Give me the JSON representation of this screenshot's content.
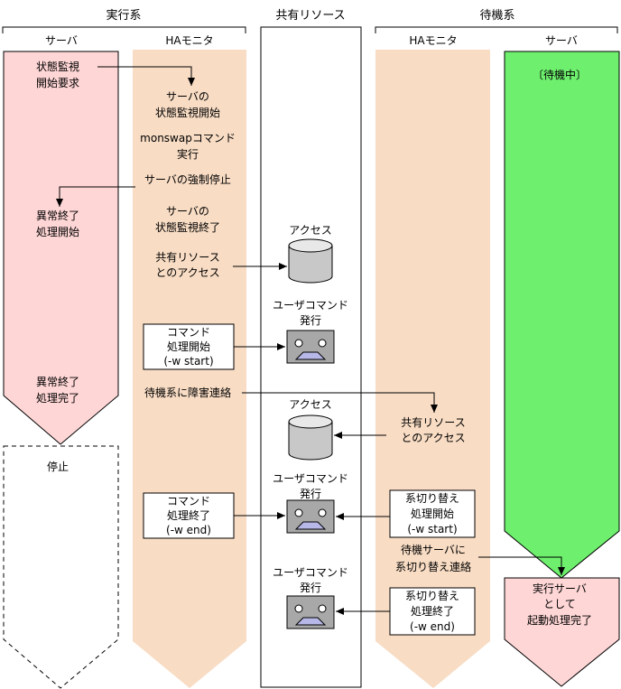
{
  "headers": {
    "active_system": "実行系",
    "shared_resource": "共有リソース",
    "standby_system": "待機系"
  },
  "columns": {
    "active_server": "サーバ",
    "active_ha_monitor": "HAモニタ",
    "standby_ha_monitor": "HAモニタ",
    "standby_server": "サーバ"
  },
  "active_server": {
    "monitor_request": [
      "状態監視",
      "開始要求"
    ],
    "abnormal_end_start": [
      "異常終了",
      "処理開始"
    ],
    "abnormal_end_complete": [
      "異常終了",
      "処理完了"
    ],
    "stopped": "停止"
  },
  "active_ha": {
    "monitor_start": [
      "サーバの",
      "状態監視開始"
    ],
    "monswap": [
      "monswapコマンド",
      "実行"
    ],
    "force_stop": "サーバの強制停止",
    "monitor_end": [
      "サーバの",
      "状態監視終了"
    ],
    "shared_access": [
      "共有リソース",
      "とのアクセス"
    ],
    "cmd_start_box": [
      "コマンド",
      "処理開始",
      "(-w start)"
    ],
    "failure_notice": "待機系に障害連絡",
    "cmd_end_box": [
      "コマンド",
      "処理終了",
      "(-w end)"
    ]
  },
  "shared": {
    "access_1": "アクセス",
    "user_cmd_1": [
      "ユーザコマンド",
      "発行"
    ],
    "access_2": "アクセス",
    "user_cmd_2": [
      "ユーザコマンド",
      "発行"
    ],
    "user_cmd_3": [
      "ユーザコマンド",
      "発行"
    ]
  },
  "standby_ha": {
    "shared_access": [
      "共有リソース",
      "とのアクセス"
    ],
    "switch_start_box": [
      "系切り替え",
      "処理開始",
      "(-w start)"
    ],
    "switch_notice": [
      "待機サーバに",
      "系切り替え連絡"
    ],
    "switch_end_box": [
      "系切り替え",
      "処理終了",
      "(-w end)"
    ]
  },
  "standby_server": {
    "waiting": "〔待機中〕",
    "startup_complete": [
      "実行サーバ",
      "として",
      "起動処理完了"
    ]
  },
  "colors": {
    "server_pink": "#ffd6d6",
    "ha_peach": "#f8dcc4",
    "standby_green": "#6ef06e",
    "terminal_gray": "#a8a8a8",
    "terminal_face": "#b8b8e8"
  }
}
